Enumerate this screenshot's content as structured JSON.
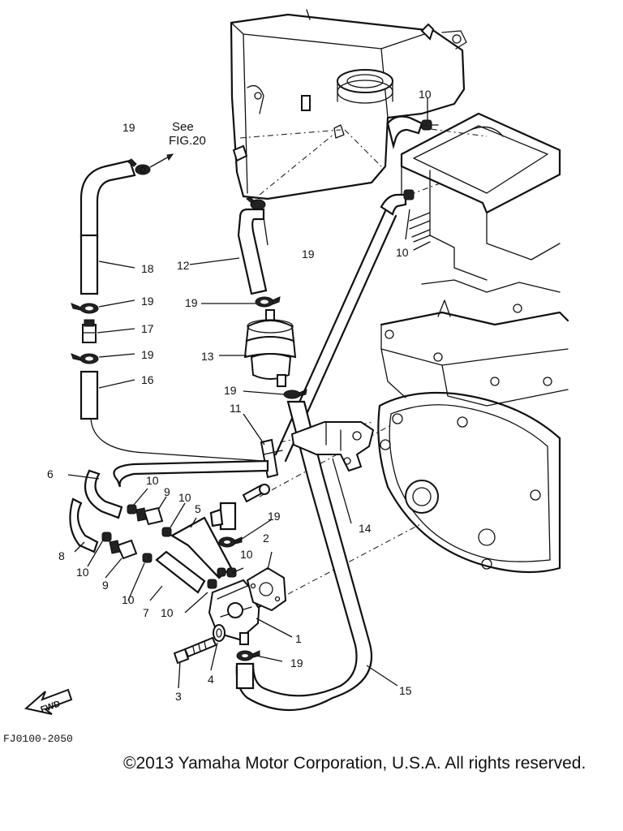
{
  "callouts": {
    "c1": "1",
    "c2": "2",
    "c3": "3",
    "c4": "4",
    "c5": "5",
    "c6": "6",
    "c7": "7",
    "c8": "8",
    "c9a": "9",
    "c9b": "9",
    "c10a": "10",
    "c10b": "10",
    "c10c": "10",
    "c10d": "10",
    "c10e": "10",
    "c10f": "10",
    "c10g": "10",
    "c10h": "10",
    "c11": "11",
    "c12": "12",
    "c13": "13",
    "c14": "14",
    "c15": "15",
    "c16": "16",
    "c17": "17",
    "c18": "18",
    "c19a": "19",
    "c19b": "19",
    "c19c": "19",
    "c19d": "19",
    "c19e": "19",
    "c19f": "19",
    "c19g": "19",
    "c19h": "19"
  },
  "see_fig": {
    "line1": "See",
    "line2": "FIG.20"
  },
  "fwd_label": "FWD",
  "diagram_code": "FJ0100-2050",
  "copyright": "©2013 Yamaha Motor Corporation, U.S.A. All rights reserved."
}
